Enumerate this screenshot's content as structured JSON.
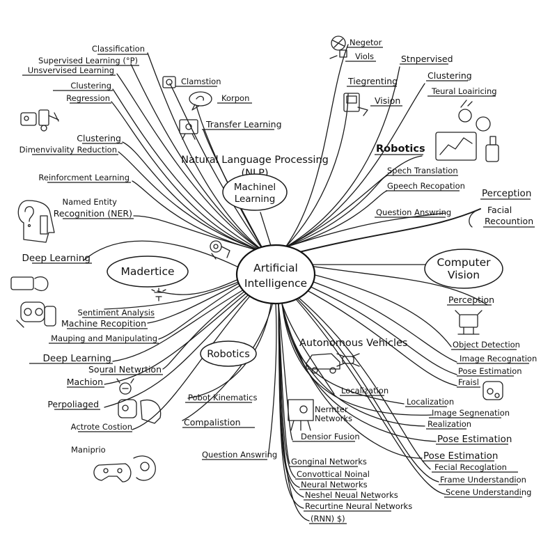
{
  "center": {
    "line1": "Artificial",
    "line2": "Intelligence"
  },
  "nlp_title": {
    "line1": "Natural Language Processing",
    "line2": "(NLP)"
  },
  "ovals": {
    "machine_learning": {
      "line1": "Machinel",
      "line2": "Learning"
    },
    "madertice": "Madertice",
    "robotics": "Robotics",
    "computer_vision": {
      "line1": "Computer",
      "line2": "Vision"
    }
  },
  "left_labels": {
    "classification": "Classification",
    "supervised": "Supervised Learning (°P)",
    "unsupervised": "Unsvervised Learning",
    "clustering1": "Clustering",
    "regression": "Regression",
    "clustering2": "Clustering",
    "dim_reduction": "Dimenvivality Reduction",
    "reinforcement": "Reinforcment Learning",
    "ner_line1": "Named Entity",
    "ner_line2": "Recognition (NER)",
    "deep_learning1": "Deep Learning",
    "sentiment": "Sentiment Analysis",
    "machine_recog": "Machine Recopition",
    "mapping": "Mauping and Manipulating",
    "deep_learning2": "Deep Learning",
    "soural": "Soural Netwrtion",
    "machion": "Machion",
    "perpoliaged": "Perpoliaged",
    "actrote": "Actrote Costion",
    "maniprio": "Maniprio"
  },
  "upper_labels": {
    "clamstion": "Clamstion",
    "korpon": "Korpon",
    "transfer": "Transfer Learning",
    "negetor": "Negetor",
    "viols": "Viols",
    "tiegrenting": "Tiegrenting",
    "vision": "Vision",
    "stnpervised": "Stnpervised",
    "clustering": "Clustering",
    "teural": "Teural Loairicing",
    "robotics": "Robotics",
    "speech_translation": "Spech Translation",
    "speech_recog": "Gpeech Recopation",
    "question1": "Question Answring",
    "perception1": "Perception",
    "facial_line1": "Facial",
    "facial_line2": "Recountion"
  },
  "lower_labels": {
    "autonomous": "Autonomous Vehicles",
    "pobot": "Pobot Kinematics",
    "compalistion": "Compalistion",
    "question2": "Question Answring",
    "localization1": "Localization",
    "nermter_line1": "Nermter",
    "nermter_line2": "Networks",
    "densior": "Densior Fusion",
    "gonginal": "Gonginal Networks",
    "convottical": "Convottical Noinal",
    "neural": "Neural Networks",
    "neshel": "Neshel Neual Networks",
    "recurtine": "Recurtine Neural Networks",
    "rnn": "(RNN) $)"
  },
  "right_labels": {
    "perception2": "Perception",
    "object_detection": "Object Detection",
    "image_recog": "Image Recognation",
    "pose1": "Pose Estimation",
    "fraisl": "Fraisl",
    "localization2": "Localization",
    "image_seg": "Image Segnenation",
    "realization": "Realization",
    "pose2": "Pose Estimation",
    "pose3": "Pose Estimation",
    "facial_regulation": "Fecial Recoglation",
    "frame": "Frame Understandion",
    "scene": "Scene Understanding"
  },
  "icons": [
    "robot-icon",
    "monitor-icon",
    "chat-bubble-icon",
    "screen-icon",
    "web-icon",
    "camera-icon",
    "puzzle-head-icon",
    "gear-icon",
    "robot-face-icon",
    "vehicle-icon",
    "drone-icon",
    "robot-arm-icon",
    "laptop-chart-icon",
    "camera-set-icon",
    "atom-icon",
    "vr-headset-icon",
    "game-controller-icon",
    "sensor-icon",
    "device-icon",
    "easel-icon"
  ],
  "colors": {
    "ink": "#111111",
    "background": "#ffffff"
  }
}
